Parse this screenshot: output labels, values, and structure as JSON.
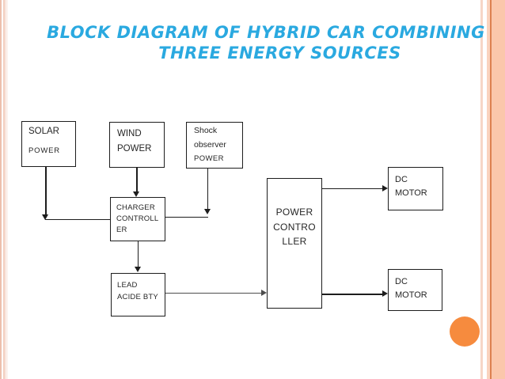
{
  "slide": {
    "title": {
      "line1": "BLOCK DIAGRAM OF HYBRID CAR COMBINING",
      "line2": "THREE ENERGY SOURCES",
      "color": "#2aa9e0"
    },
    "decor": {
      "circle_color": "#f68b3e",
      "left_stripe_color": "#edbfac",
      "right_stripe_band_color": "#fbc7ab",
      "right_stripe_line_color": "#dd8150"
    }
  },
  "diagram": {
    "boxes": [
      {
        "id": "solar-power",
        "lines": [
          "SOLAR",
          "POWER"
        ]
      },
      {
        "id": "wind-power",
        "lines": [
          "WIND",
          "POWER"
        ]
      },
      {
        "id": "shock-observer-power",
        "lines": [
          "Shock",
          "observer",
          "POWER"
        ]
      },
      {
        "id": "charger-controller",
        "lines": [
          "CHARGER",
          "CONTROLL",
          "ER"
        ]
      },
      {
        "id": "lead-acid-battery",
        "lines": [
          "LEAD",
          "ACIDE BTY"
        ]
      },
      {
        "id": "power-controller",
        "lines": [
          "POWER",
          "CONTRO",
          "LLER"
        ]
      },
      {
        "id": "dc-motor-top",
        "lines": [
          "DC",
          "MOTOR"
        ]
      },
      {
        "id": "dc-motor-bottom",
        "lines": [
          "DC",
          "MOTOR"
        ]
      }
    ]
  }
}
